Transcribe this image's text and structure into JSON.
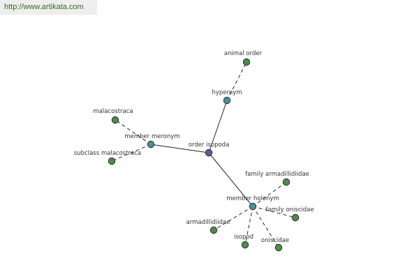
{
  "watermark": {
    "text": "http://www.artikata.com"
  },
  "colors": {
    "root": "#5a5a9a",
    "relation": "#4a8f96",
    "leaf": "#4e8a4a",
    "edge": "#222222",
    "label": "#333333"
  },
  "graph": {
    "nodes": [
      {
        "id": "order-isopoda",
        "label": "order isopoda",
        "kind": "root"
      },
      {
        "id": "hypernym",
        "label": "hypernym",
        "kind": "relation"
      },
      {
        "id": "member-meronym",
        "label": "member meronym",
        "kind": "relation"
      },
      {
        "id": "member-holonym",
        "label": "member holonym",
        "kind": "relation"
      },
      {
        "id": "animal-order",
        "label": "animal order",
        "kind": "leaf"
      },
      {
        "id": "malacostraca",
        "label": "malacostraca",
        "kind": "leaf"
      },
      {
        "id": "subclass-malacostraca",
        "label": "subclass malacostraca",
        "kind": "leaf"
      },
      {
        "id": "family-armadillidiidae",
        "label": "family armadillidiidae",
        "kind": "leaf"
      },
      {
        "id": "family-oniscidae",
        "label": "family oniscidae",
        "kind": "leaf"
      },
      {
        "id": "armadillidiidae",
        "label": "armadillidiidae",
        "kind": "leaf"
      },
      {
        "id": "isopod",
        "label": "isopod",
        "kind": "leaf"
      },
      {
        "id": "oniscidae",
        "label": "oniscidae",
        "kind": "leaf"
      }
    ],
    "edges": [
      {
        "from": "order-isopoda",
        "to": "hypernym",
        "style": "solid"
      },
      {
        "from": "order-isopoda",
        "to": "member-meronym",
        "style": "solid"
      },
      {
        "from": "order-isopoda",
        "to": "member-holonym",
        "style": "solid"
      },
      {
        "from": "hypernym",
        "to": "animal-order",
        "style": "dashed"
      },
      {
        "from": "member-meronym",
        "to": "malacostraca",
        "style": "dashed"
      },
      {
        "from": "member-meronym",
        "to": "subclass-malacostraca",
        "style": "dashed"
      },
      {
        "from": "member-holonym",
        "to": "family-armadillidiidae",
        "style": "dashed"
      },
      {
        "from": "member-holonym",
        "to": "family-oniscidae",
        "style": "dashed"
      },
      {
        "from": "member-holonym",
        "to": "armadillidiidae",
        "style": "dashed"
      },
      {
        "from": "member-holonym",
        "to": "isopod",
        "style": "dashed"
      },
      {
        "from": "member-holonym",
        "to": "oniscidae",
        "style": "dashed"
      }
    ]
  }
}
